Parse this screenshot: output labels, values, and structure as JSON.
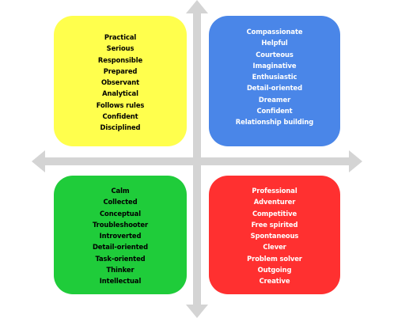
{
  "colors": {
    "axis": "#d4d4d4",
    "top_left": "#ffff4d",
    "top_right": "#4a86e8",
    "bottom_left": "#1fcc3a",
    "bottom_right": "#ff3030"
  },
  "quadrants": {
    "top_left": {
      "items": [
        "Practical",
        "Serious",
        "Responsible",
        "Prepared",
        "Observant",
        "Analytical",
        "Follows rules",
        "Confident",
        "Disciplined"
      ]
    },
    "top_right": {
      "items": [
        "Compassionate",
        "Helpful",
        "Courteous",
        "Imaginative",
        "Enthusiastic",
        "Detail-oriented",
        "Dreamer",
        "Confident",
        "Relationship building"
      ]
    },
    "bottom_left": {
      "items": [
        "Calm",
        "Collected",
        "Conceptual",
        "Troubleshooter",
        "Introverted",
        "Detail-oriented",
        "Task-oriented",
        "Thinker",
        "Intellectual"
      ]
    },
    "bottom_right": {
      "items": [
        "Professional",
        "Adventurer",
        "Competitive",
        "Free spirited",
        "Spontaneous",
        "Clever",
        "Problem solver",
        "Outgoing",
        "Creative"
      ]
    }
  }
}
